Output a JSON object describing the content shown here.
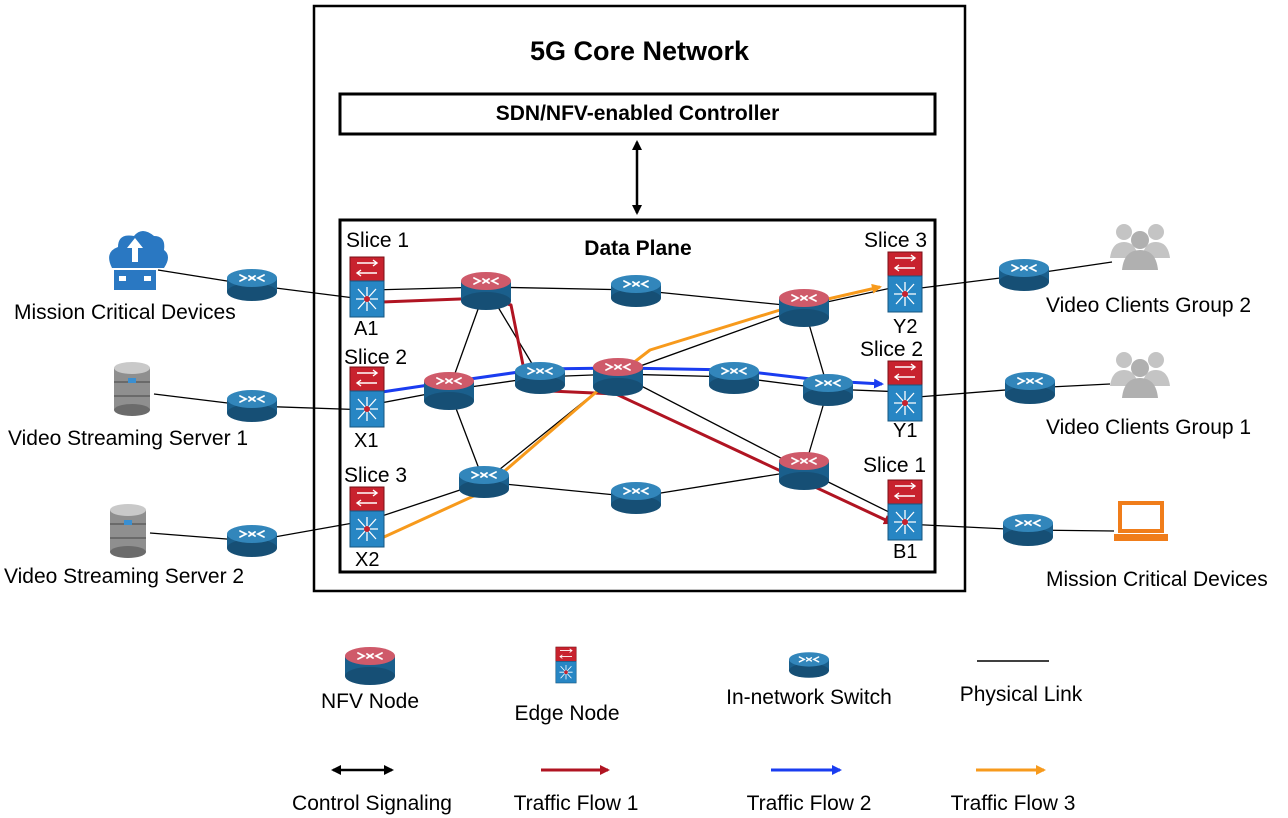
{
  "core": {
    "title": "5G Core Network"
  },
  "controller": {
    "label": "SDN/NFV-enabled Controller"
  },
  "data_plane": {
    "label": "Data Plane"
  },
  "edge_nodes": {
    "a1": {
      "slice": "Slice 1",
      "name": "A1"
    },
    "x1": {
      "slice": "Slice 2",
      "name": "X1"
    },
    "x2": {
      "slice": "Slice 3",
      "name": "X2"
    },
    "y2": {
      "slice": "Slice 3",
      "name": "Y2"
    },
    "y1": {
      "slice": "Slice 2",
      "name": "Y1"
    },
    "b1": {
      "slice": "Slice 1",
      "name": "B1"
    }
  },
  "endpoints": {
    "mission_critical_left": "Mission Critical Devices",
    "video_server_1": "Video Streaming Server 1",
    "video_server_2": "Video Streaming Server 2",
    "video_clients_2": "Video Clients Group 2",
    "video_clients_1": "Video Clients Group 1",
    "mission_critical_right": "Mission Critical Devices"
  },
  "legend": {
    "nfv_node": "NFV Node",
    "edge_node": "Edge Node",
    "switch": "In-network Switch",
    "physical_link": "Physical Link",
    "control_signaling": "Control Signaling",
    "traffic_flow_1": "Traffic Flow 1",
    "traffic_flow_2": "Traffic Flow 2",
    "traffic_flow_3": "Traffic Flow 3"
  },
  "colors": {
    "traffic_flow_1": "#b01422",
    "traffic_flow_2": "#1a3cf0",
    "traffic_flow_3": "#f79a1c",
    "control_signaling": "#000000",
    "switch_blue": "#1f6fa0",
    "nfv_red": "#c8485a",
    "edge_red": "#c8222e",
    "device_orange": "#f07d1a",
    "cloud_blue": "#2a78c2",
    "clients_gray": "#c4c4c4"
  }
}
